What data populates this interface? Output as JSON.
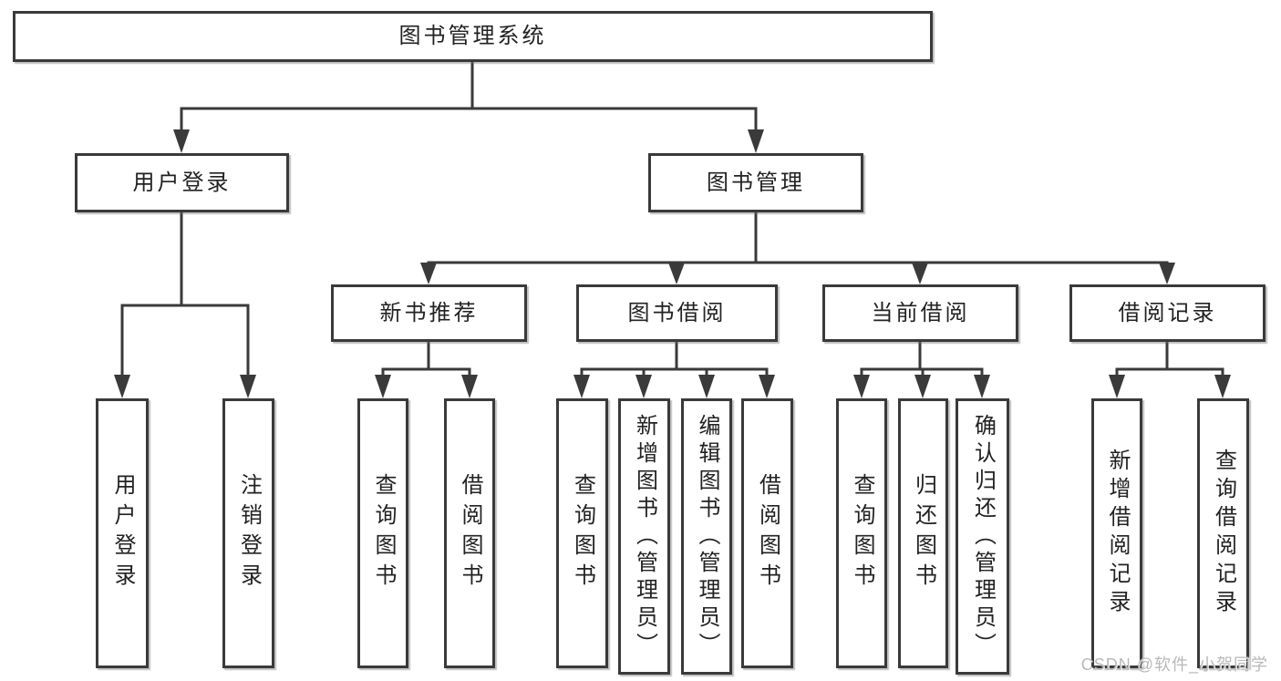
{
  "colors": {
    "line": "#3a3a3a",
    "text": "#222222",
    "background": "#ffffff",
    "watermark": "#b9b9b9"
  },
  "watermark": "CSDN @软件_小贺同学",
  "tree": {
    "root": {
      "label": "图书管理系统",
      "children": [
        {
          "label": "用户登录",
          "children": [
            {
              "label": "用户登录"
            },
            {
              "label": "注销登录"
            }
          ]
        },
        {
          "label": "图书管理",
          "children": [
            {
              "label": "新书推荐",
              "children": [
                {
                  "label": "查询图书"
                },
                {
                  "label": "借阅图书"
                }
              ]
            },
            {
              "label": "图书借阅",
              "children": [
                {
                  "label": "查询图书"
                },
                {
                  "label": "新增图书（管理员）"
                },
                {
                  "label": "编辑图书（管理员）"
                },
                {
                  "label": "借阅图书"
                }
              ]
            },
            {
              "label": "当前借阅",
              "children": [
                {
                  "label": "查询图书"
                },
                {
                  "label": "归还图书"
                },
                {
                  "label": "确认归还（管理员）"
                }
              ]
            },
            {
              "label": "借阅记录",
              "children": [
                {
                  "label": "新增借阅记录"
                },
                {
                  "label": "查询借阅记录"
                }
              ]
            }
          ]
        }
      ]
    }
  }
}
